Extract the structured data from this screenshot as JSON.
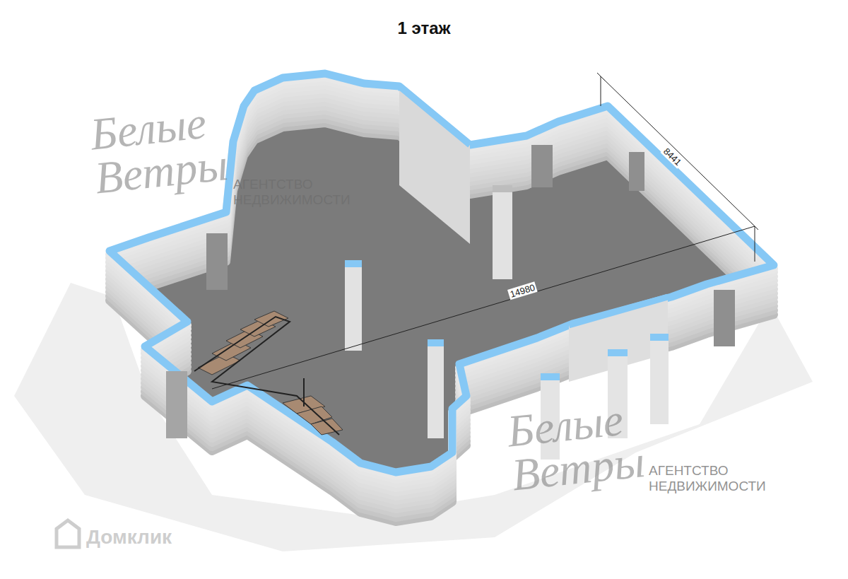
{
  "diagram": {
    "title": "1 этаж",
    "labels": [
      "8441",
      "14980",
      "Белые Ветры",
      "АГЕНТСТВО НЕДВИЖИМОСТИ",
      "Белые Ветры",
      "АГЕНТСТВО НЕДВИЖИМОСТИ",
      "Домклик"
    ]
  }
}
